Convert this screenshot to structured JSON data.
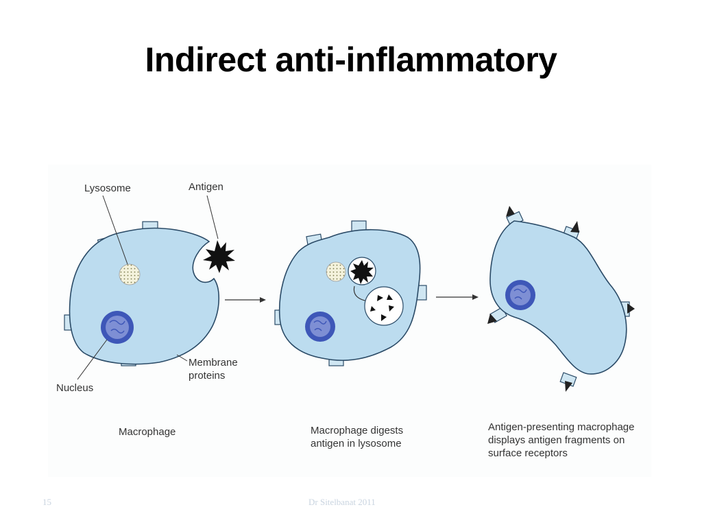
{
  "slide": {
    "title": "Indirect anti-inflammatory",
    "slide_number": "15",
    "footer_text": "Dr Sitelbanat 2011"
  },
  "diagram": {
    "labels": {
      "lysosome": "Lysosome",
      "antigen": "Antigen",
      "nucleus": "Nucleus",
      "membrane_proteins": "Membrane\nproteins"
    },
    "captions": {
      "stage1": "Macrophage",
      "stage2": "Macrophage digests\nantigen in lysosome",
      "stage3": "Antigen-presenting macrophage\ndisplays antigen fragments on\nsurface receptors"
    },
    "colors": {
      "cell_fill": "#bcdcef",
      "cell_outline": "#2a4a66",
      "nucleus": "#3e57b8",
      "receptor": "#cfe6f2",
      "antigen": "#111111"
    }
  }
}
